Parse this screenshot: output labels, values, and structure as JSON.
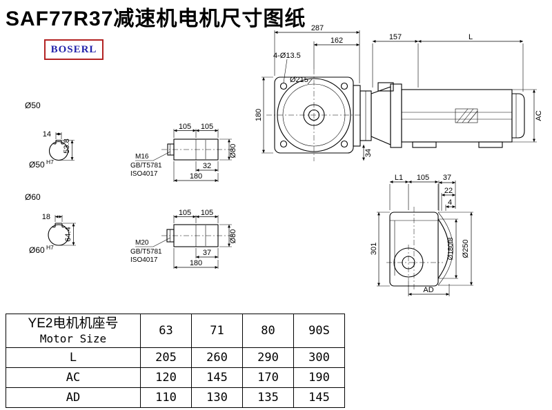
{
  "title": "SAF77R37减速机电机尺寸图纸",
  "logo_text": "BOSERL",
  "views": {
    "front": {
      "dim_total_width": "287",
      "dim_width_right": "162",
      "holes_note": "4-Ø13.5",
      "flange_dia": "Ø215",
      "dim_height": "180",
      "dim_offset": "34"
    },
    "motor": {
      "dim_adapter": "157",
      "dim_motor_len": "L",
      "dim_motor_height": "AC"
    },
    "side": {
      "dim_l1": "L1",
      "dim_105": "105",
      "dim_37": "37",
      "dim_22": "22",
      "dim_4": "4",
      "dim_height": "301",
      "spigot_dia": "Ø180f8",
      "flange_dia": "Ø250",
      "dim_ad": "AD"
    },
    "bore50": {
      "label": "Ø50",
      "fit_base": "Ø50",
      "fit_sup": "H7",
      "key_width": "14",
      "key_depth": "53.8"
    },
    "bore60": {
      "label": "Ø60",
      "fit_base": "Ø60",
      "fit_sup": "H7",
      "key_width": "18",
      "key_depth": "64.4"
    },
    "shaft_m16": {
      "dim_105_left": "105",
      "dim_105_right": "105",
      "dim_thread": "32",
      "dim_total": "180",
      "dia": "Ø80",
      "bolt": "M16",
      "std_gb": "GB/T5781",
      "std_iso": "ISO4017"
    },
    "shaft_m20": {
      "dim_105_left": "105",
      "dim_105_right": "105",
      "dim_thread": "37",
      "dim_total": "180",
      "dia": "Ø80",
      "bolt": "M20",
      "std_gb": "GB/T5781",
      "std_iso": "ISO4017"
    }
  },
  "table": {
    "header_cn": "YE2电机机座号",
    "header_en": "Motor Size",
    "columns": [
      "63",
      "71",
      "80",
      "90S"
    ],
    "rows": [
      {
        "label": "L",
        "values": [
          "205",
          "260",
          "290",
          "300"
        ]
      },
      {
        "label": "AC",
        "values": [
          "120",
          "145",
          "170",
          "190"
        ]
      },
      {
        "label": "AD",
        "values": [
          "110",
          "130",
          "135",
          "145"
        ]
      }
    ]
  }
}
